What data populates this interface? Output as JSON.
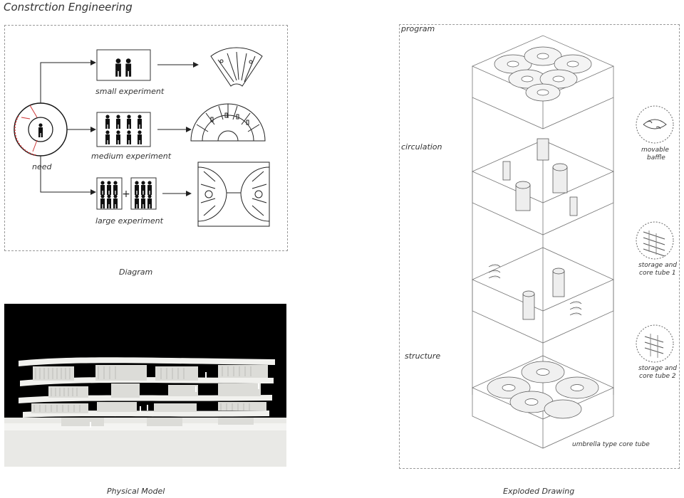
{
  "page": {
    "title": "Constrction Engineering"
  },
  "diagram_panel": {
    "need_label": "need",
    "experiments": [
      {
        "label": "small experiment"
      },
      {
        "label": "medium experiment"
      },
      {
        "label": "large experiment"
      }
    ],
    "caption": "Diagram"
  },
  "model_panel": {
    "caption": "Physical Model"
  },
  "exploded_panel": {
    "layers": [
      {
        "label": "program"
      },
      {
        "label": "circulation"
      },
      {
        "label": "structure"
      }
    ],
    "callouts": [
      {
        "label_line1": "movable",
        "label_line2": "baffle"
      },
      {
        "label_line1": "storage and",
        "label_line2": "core tube 1"
      },
      {
        "label_line1": "storage and",
        "label_line2": "core tube 2"
      }
    ],
    "bottom_note": "umbrella type core tube",
    "caption": "Exploded Drawing"
  }
}
